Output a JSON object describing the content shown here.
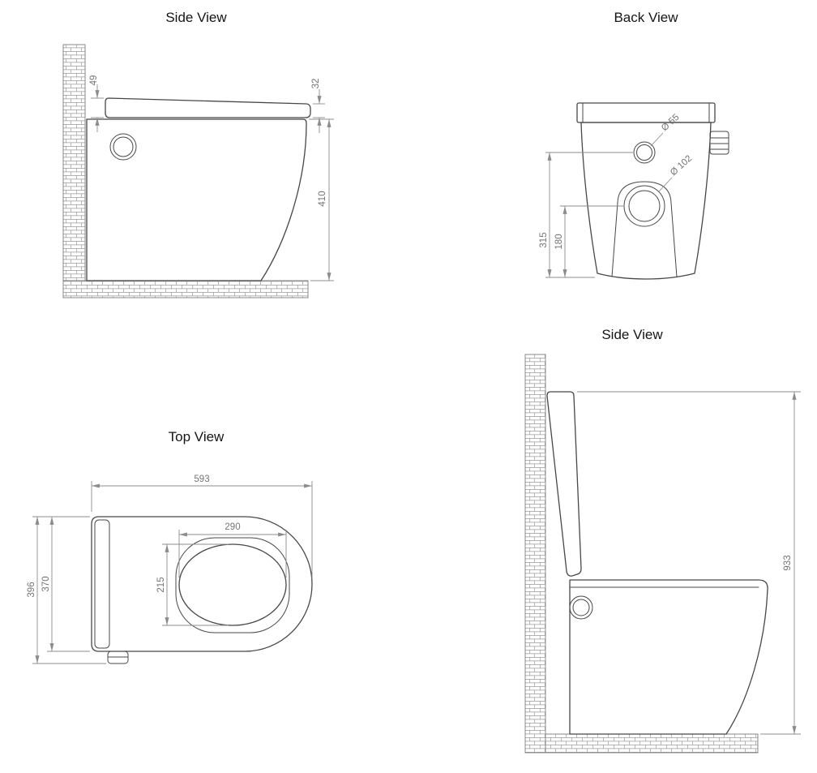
{
  "views": {
    "side_top": {
      "title": "Side View",
      "dim_49": "49",
      "dim_32": "32",
      "dim_410": "410"
    },
    "back": {
      "title": "Back View",
      "dia_55": "Ø 55",
      "dia_102": "Ø 102",
      "dim_315": "315",
      "dim_180": "180"
    },
    "top": {
      "title": "Top View",
      "dim_593": "593",
      "dim_290": "290",
      "dim_215": "215",
      "dim_396": "396",
      "dim_370": "370"
    },
    "side_bottom": {
      "title": "Side View",
      "dim_933": "933"
    }
  },
  "colors": {
    "outline": "#474747",
    "dimension": "#8c8c8c",
    "dimension_text": "#747474",
    "title_text": "#151515",
    "background": "#ffffff"
  }
}
